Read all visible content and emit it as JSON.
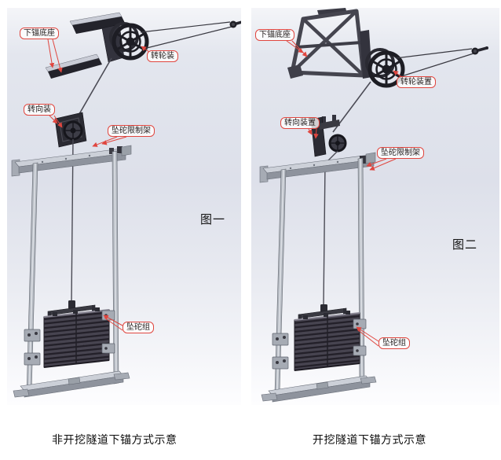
{
  "colors": {
    "callout_red": "#e0463f",
    "part_dark": "#26262e",
    "frame_gray": "#9aa0a8",
    "background_tint": "#dde0ea"
  },
  "figure1": {
    "tag": "图一",
    "caption": "非开挖隧道下锚方式示意",
    "labels": {
      "anchor_base": "下锚底座",
      "wheel_device": "转轮装",
      "turning_device": "转向装",
      "weight_limit_frame": "坠砣限制架",
      "weight_group": "坠砣组"
    }
  },
  "figure2": {
    "tag": "图二",
    "caption": "开挖隧道下锚方式示意",
    "labels": {
      "anchor_base": "下锚底座",
      "wheel_device": "转轮装置",
      "turning_device": "转向装置",
      "weight_limit_frame": "坠砣限制架",
      "weight_group": "坠砣组"
    }
  }
}
